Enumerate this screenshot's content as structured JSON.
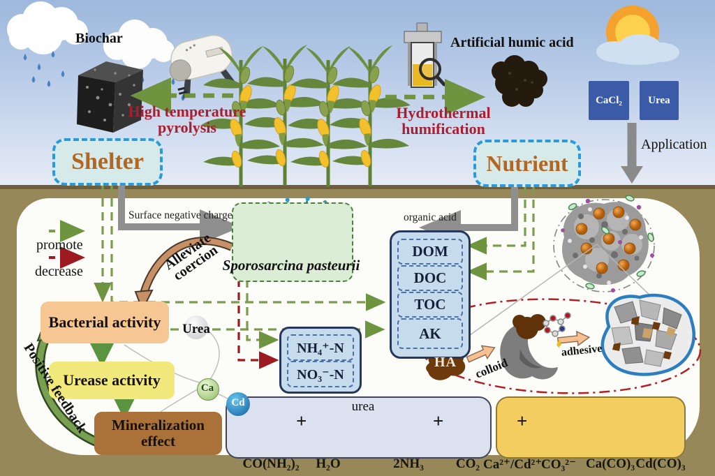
{
  "top": {
    "biochar_label": "Biochar",
    "pyrolysis_label": "High temperature\npyrolysis",
    "shelter_label": "Shelter",
    "aha_label": "Artificial humic acid",
    "humification_label": "Hydrothermal\nhumification",
    "nutrient_label": "Nutrient",
    "cacl2_label": "CaCl₂",
    "urea_box_label": "Urea",
    "application_label": "Application"
  },
  "legend": {
    "promote": "promote",
    "decrease": "decrease"
  },
  "soil": {
    "surface_charge_label": "Surface negative charge",
    "organic_acid_label": "organic acid",
    "bacterium_label": "Sporosarcina pasteurii",
    "alleviate_label": "Alleviate\ncoercion",
    "bacterial_activity": "Bacterial activity",
    "urease_activity": "Urease activity",
    "mineralization": "Mineralization effect",
    "positive_feedback": "Positive feedback",
    "urea_sphere": "Urea",
    "ca_sphere": "Ca",
    "cd_sphere": "Cd",
    "nutrient_stack": [
      "DOM",
      "DOC",
      "TOC",
      "AK"
    ],
    "nitrogen_stack": [
      "NH₄⁺-N",
      "NO₃⁻-N"
    ],
    "ha_label": "HA",
    "colloid_label": "colloid",
    "adhesive_label": "adhesive"
  },
  "equations": {
    "urea_hydrolysis": {
      "reactant1": "CO(NH₂)₂",
      "reactant2": "H₂O",
      "product1": "2NH₃",
      "product2": "CO₂",
      "arrow_label": "urea",
      "plus": "+"
    },
    "carbonate_precipitation": {
      "reactant1": "Ca²⁺/Cd²⁺",
      "reactant2": "CO₃²⁻",
      "product1": "Ca(CO)₃",
      "product2": "Cd(CO)₃",
      "plus": "+"
    }
  },
  "colors": {
    "promote_green": "#6f9440",
    "decrease_red": "#9c1a20",
    "accent_blue_dash": "#2a9ade",
    "soil_khaki": "#97885a",
    "shelter_text": "#b4651f",
    "headline_red": "#ab1e30"
  }
}
